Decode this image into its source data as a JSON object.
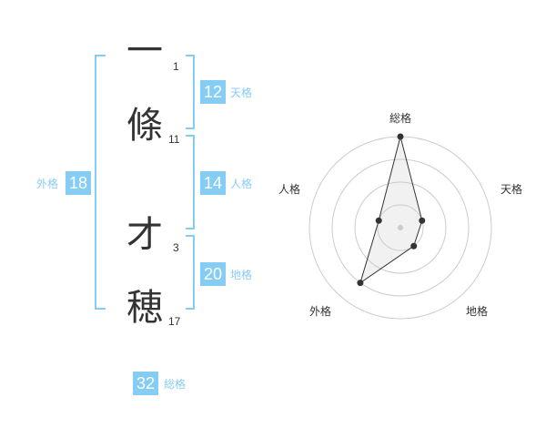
{
  "characters": [
    {
      "char": "一",
      "strokes": "1"
    },
    {
      "char": "條",
      "strokes": "11"
    },
    {
      "char": "才",
      "strokes": "3"
    },
    {
      "char": "穂",
      "strokes": "17"
    }
  ],
  "fortunes": {
    "tenkaku": {
      "label": "天格",
      "value": "12"
    },
    "jinkaku": {
      "label": "人格",
      "value": "14"
    },
    "chikaku": {
      "label": "地格",
      "value": "20"
    },
    "gaikaku": {
      "label": "外格",
      "value": "18"
    },
    "soukaku": {
      "label": "総格",
      "value": "32"
    }
  },
  "colors": {
    "accent": "#86cdf5",
    "text": "#333333",
    "grid": "#cccccc"
  },
  "chart_data": {
    "type": "radar",
    "axes": [
      "総格",
      "天格",
      "地格",
      "外格",
      "人格"
    ],
    "values": [
      4,
      1,
      1,
      3,
      1
    ],
    "max": 4
  }
}
